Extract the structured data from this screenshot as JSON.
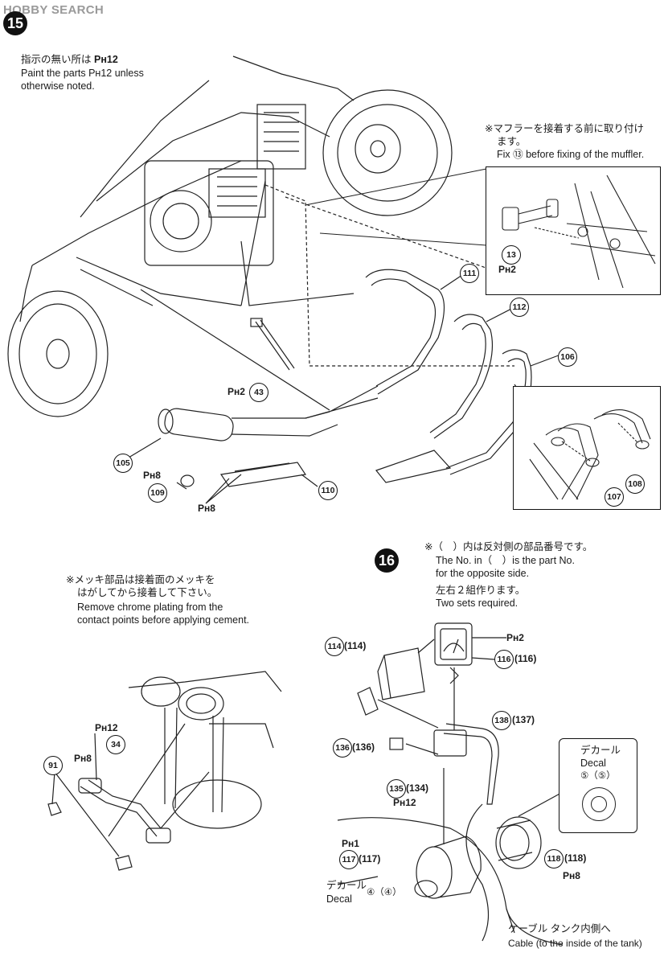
{
  "watermark": "HOBBY SEARCH",
  "step15": {
    "number": "15",
    "note_jp": "指示の無い所は",
    "note_code": "Pʜ12",
    "note_en1": "Paint the parts Pʜ12 unless",
    "note_en2": "otherwise noted.",
    "muffler_note_jp1": "※マフラーを接着する前に取り付け",
    "muffler_note_jp2": "ます。",
    "muffler_note_en": "Fix ⑬ before fixing of the muffler.",
    "parts": [
      "111",
      "112",
      "106",
      "107",
      "108",
      "13",
      "43",
      "105",
      "109",
      "110"
    ],
    "paint_13": "Pʜ2",
    "paint_43": "Pʜ2",
    "paint_109": "Pʜ8",
    "paint_110": "Pʜ8"
  },
  "chrome_note": {
    "jp1": "※メッキ部品は接着面のメッキを",
    "jp2": "はがしてから接着して下さい。",
    "en1": "Remove chrome plating from the",
    "en2": "contact points before applying cement."
  },
  "left_assembly": {
    "parts": [
      "91",
      "34"
    ],
    "paint_91": "Pʜ8",
    "paint_34": "Pʜ12"
  },
  "step16": {
    "number": "16",
    "note_jp1": "※（　）内は反対側の部品番号です。",
    "note_en1": "The No. in（　）is the part No.",
    "note_en2": "for the opposite side.",
    "note_jp2": "左右２組作ります。",
    "note_en3": "Two sets required.",
    "part_114": "114",
    "part_114b": "(114)",
    "part_116": "116",
    "part_116b": "(116)",
    "part_138": "138",
    "part_137": "(137)",
    "part_136": "136",
    "part_136b": "(136)",
    "part_135": "135",
    "part_134": "(134)",
    "part_117": "117",
    "part_117b": "(117)",
    "part_118": "118",
    "part_118b": "(118)",
    "paint_116": "Pʜ2",
    "paint_135": "Pʜ12",
    "paint_117": "Pʜ1",
    "paint_118": "Pʜ8",
    "decal_box_jp": "デカール",
    "decal_box_en": "Decal",
    "decal_box_num": "⑤（⑤）",
    "decal_jp": "デカール",
    "decal_en": "Decal",
    "decal_num": "④（④）",
    "cable_jp": "ケーブル タンク内側へ",
    "cable_en": "Cable (to the inside of the tank)"
  }
}
